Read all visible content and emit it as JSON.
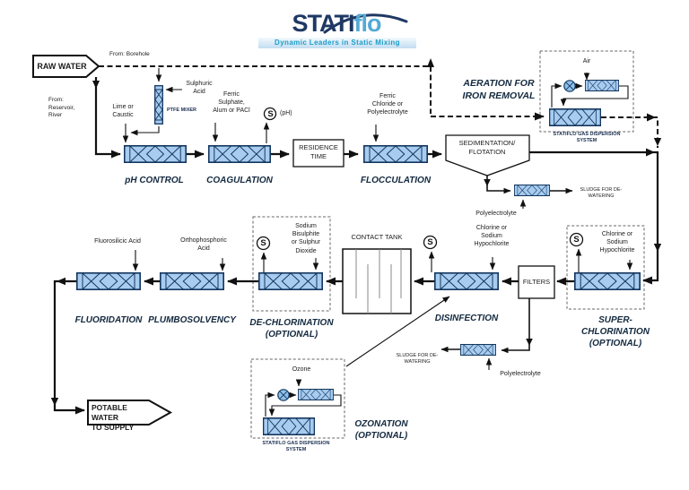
{
  "logo": {
    "brand_primary": "STATI",
    "brand_secondary": "flo",
    "tagline": "Dynamic Leaders in Static Mixing"
  },
  "sources": {
    "raw_water": "RAW WATER",
    "from_borehole": "From: Borehole",
    "from_reservoir": "From:\nReservoir,\nRiver",
    "potable_water": "POTABLE WATER\nTO SUPPLY"
  },
  "stages": {
    "ph_control": "pH CONTROL",
    "coagulation": "COAGULATION",
    "flocculation": "FLOCCULATION",
    "aeration": "AERATION FOR\nIRON REMOVAL",
    "fluoridation": "FLUORIDATION",
    "plumbosolvency": "PLUMBOSOLVENCY",
    "dechlorination": "DE-CHLORINATION\n(OPTIONAL)",
    "disinfection": "DISINFECTION",
    "superchlorination": "SUPER-\nCHLORINATION\n(OPTIONAL)",
    "ozonation": "OZONATION\n(OPTIONAL)"
  },
  "equipment": {
    "residence_time": "RESIDENCE\nTIME",
    "sedimentation": "SEDIMENTATION/\nFLOTATION",
    "contact_tank": "CONTACT TANK",
    "filters": "FILTERS",
    "ptfe_mixer": "PTFE MIXER",
    "gas_dispersion_aeration": "STATIFLO GAS DISPERSION\nSYSTEM",
    "gas_dispersion_ozonation": "STATIFLO GAS DISPERSION\nSYSTEM"
  },
  "chemicals": {
    "sulphuric_acid": "Sulphuric\nAcid",
    "lime_caustic": "Lime or\nCaustic",
    "ferric_sulphate": "Ferric\nSulphate,\nAlum or PACl",
    "ferric_chloride": "Ferric\nChloride or\nPolyelectrolyte",
    "air": "Air",
    "polyelectrolyte_1": "Polyelectrolyte",
    "polyelectrolyte_2": "Polyelectrolyte",
    "chlorine_disinfection": "Chlorine or\nSodium\nHypochlorite",
    "chlorine_super": "Chlorine or\nSodium\nHypochlorite",
    "sodium_bisulphite": "Sodium\nBisulphite\nor Sulphur\nDioxide",
    "fluorosilicic_acid": "Fluorosilicic Acid",
    "orthophosphoric_acid": "Orthophosphoric\nAcid",
    "ozone": "Ozone"
  },
  "outputs": {
    "sludge_1": "SLUDGE FOR DE-\nWATERING",
    "sludge_2": "SLUDGE FOR DE-\nWATERING"
  },
  "sensors": {
    "symbol": "S",
    "ph_tag": "(pH)"
  },
  "colors": {
    "mixer_fill": "#a7ccf0",
    "mixer_stroke": "#14365e",
    "line": "#111111",
    "brand_navy": "#1f3864",
    "brand_blue": "#55a9d6",
    "tagline_teal": "#1d9cc9"
  }
}
